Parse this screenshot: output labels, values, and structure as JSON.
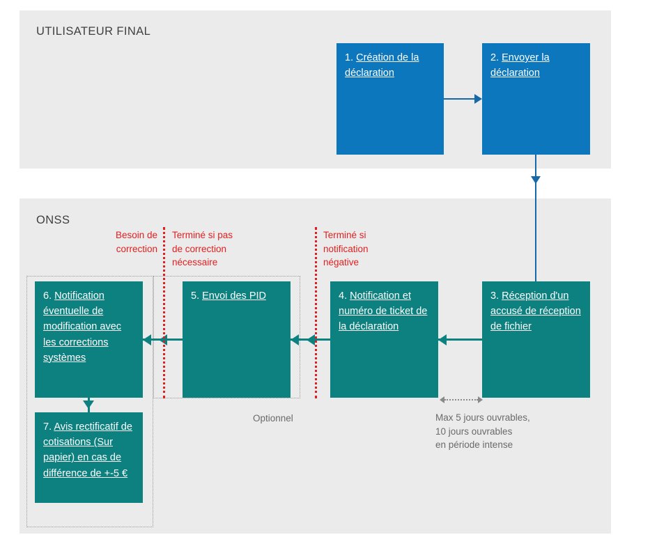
{
  "lanes": {
    "user": {
      "title": "UTILISATEUR FINAL"
    },
    "onss": {
      "title": "ONSS"
    }
  },
  "boxes": [
    {
      "id": "box1",
      "number": "1.",
      "text": "Création de la déclaration",
      "color": "#0d77bd"
    },
    {
      "id": "box2",
      "number": "2.",
      "text": "Envoyer la déclaration",
      "color": "#0d77bd"
    },
    {
      "id": "box3",
      "number": "3.",
      "text": "Réception d'un accusé de réception de fichier",
      "color": "#0d8080"
    },
    {
      "id": "box4",
      "number": "4.",
      "text": "Notification et numéro de ticket de la déclaration",
      "color": "#0d8080"
    },
    {
      "id": "box5",
      "number": "5.",
      "text": "Envoi des PID",
      "color": "#0d8080"
    },
    {
      "id": "box6",
      "number": "6.",
      "text": "Notification éventuelle de modification avec les corrections systèmes",
      "color": "#0d8080"
    },
    {
      "id": "box7",
      "number": "7.",
      "text": "Avis rectificatif de cotisations (Sur papier) en cas de différence de +-5 €",
      "color": "#0d8080"
    }
  ],
  "annotations": {
    "red_left": "Besoin de\ncorrection",
    "red_mid": "Terminé si pas\nde correction\nnécessaire",
    "red_right": "Terminé si\nnotification\nnégative",
    "optional": "Optionnel",
    "timing": "Max 5 jours ouvrables,\n10 jours ouvrables\nen période intense"
  },
  "colors": {
    "blue": "#0d77bd",
    "teal": "#0d8080",
    "red": "#e02020",
    "lane_bg": "#ebebeb",
    "gray_text": "#6a6a6a"
  }
}
